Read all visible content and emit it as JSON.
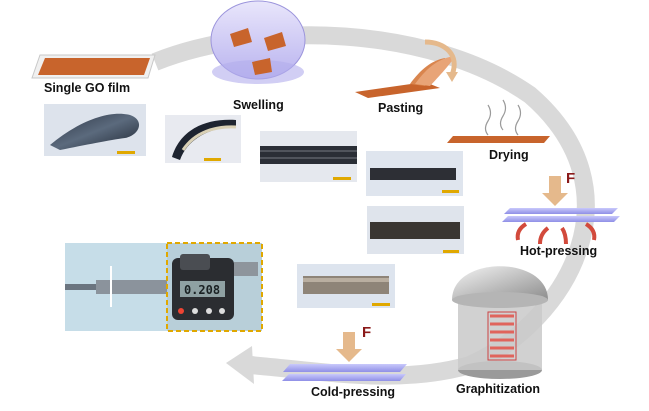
{
  "steps": {
    "single_go_film": "Single GO film",
    "swelling": "Swelling",
    "pasting": "Pasting",
    "drying": "Drying",
    "hot_pressing": "Hot-pressing",
    "graphitization": "Graphitization",
    "cold_pressing": "Cold-pressing"
  },
  "force_label": "F",
  "micrometer_reading": "0.208",
  "colors": {
    "cycle_arrow": "#d9d9d9",
    "go_film": "#c8642c",
    "press_plate": "#a9a9f0",
    "force_arrow": "#e5b98c",
    "scale_bar": "#e0a800",
    "heat_arrow": "#d24a3c"
  }
}
